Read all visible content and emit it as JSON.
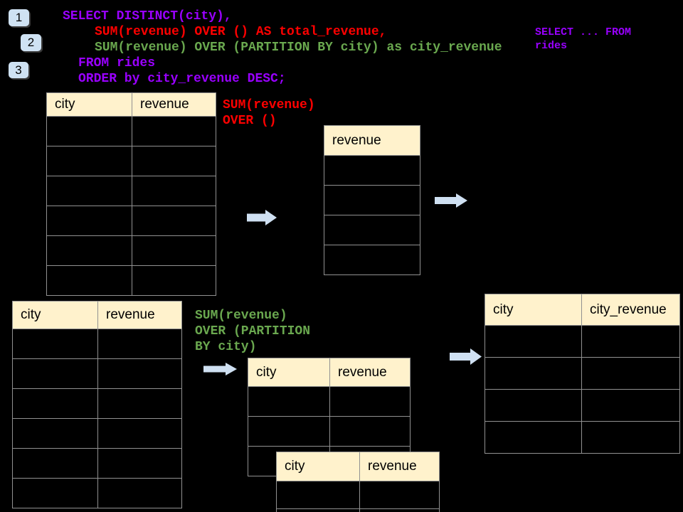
{
  "colors": {
    "purple": "#9900ff",
    "red": "#ff0000",
    "green": "#6aa84f",
    "header_bg": "#fff2cc",
    "border": "#919191",
    "arrow": "#cfe0f2",
    "badge_bg": "#cfe2f3"
  },
  "badges": [
    {
      "label": "1"
    },
    {
      "label": "2"
    },
    {
      "label": "3"
    }
  ],
  "sql": {
    "line1": "SELECT DISTINCT(city),",
    "line2": "SUM(revenue) OVER () AS total_revenue,",
    "line3": "SUM(revenue) OVER (PARTITION BY city) as city_revenue",
    "line4": "FROM rides",
    "line5": "ORDER by city_revenue DESC;"
  },
  "side_note": {
    "line1": "SELECT ... FROM",
    "line2": "rides"
  },
  "labels": {
    "total": {
      "line1": "SUM(revenue)",
      "line2": "OVER ()"
    },
    "partition": {
      "line1": "SUM(revenue)",
      "line2": "OVER (PARTITION",
      "line3": "BY city)"
    }
  },
  "tables": {
    "source_top": {
      "col1": "city",
      "col2": "revenue"
    },
    "total_result": {
      "col1": "revenue"
    },
    "source_bottom": {
      "col1": "city",
      "col2": "revenue"
    },
    "partition_a": {
      "col1": "city",
      "col2": "revenue"
    },
    "partition_b": {
      "col1": "city",
      "col2": "revenue"
    },
    "partition_result": {
      "col1": "city",
      "col2": "city_revenue"
    }
  }
}
